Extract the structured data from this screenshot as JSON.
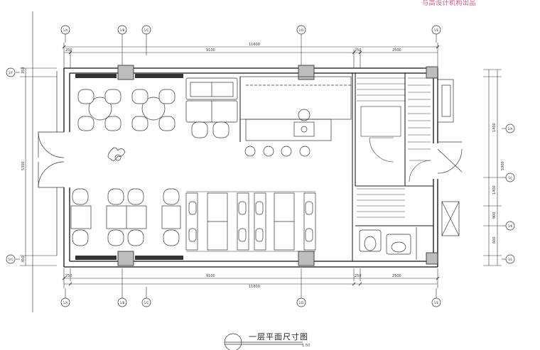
{
  "watermark": "与高设计机构出品",
  "title": "一层平面尺寸图",
  "scale_label": "1:50",
  "axes_top": [
    "1/A",
    "1/B",
    "1/C",
    "1/D",
    "1/E"
  ],
  "axes_bottom": [
    "1/A",
    "1/B",
    "1/C",
    "1/D",
    "1/E"
  ],
  "axes_left": [
    "1/F",
    "1/G"
  ],
  "axes_right": [
    "1/H",
    "1/J",
    "1/K",
    "1/L"
  ],
  "dims_top": {
    "d1": "250",
    "d2": "9100",
    "d3": "250",
    "d4": "2500",
    "total": "11600"
  },
  "dims_bottom": {
    "d1": "250",
    "d2": "9100",
    "d3": "250",
    "d4": "2500",
    "total": "11600"
  },
  "dims_left": {
    "a": "350",
    "total": "5300",
    "b": "350"
  },
  "dims_right": {
    "a": "1400",
    "b": "1400",
    "c": "900",
    "d": "600",
    "total": "5300"
  }
}
